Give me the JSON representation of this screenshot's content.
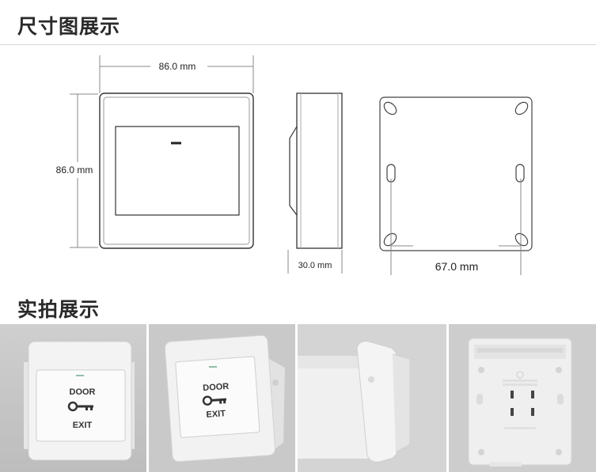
{
  "sections": {
    "dimensions_title": "尺寸图展示",
    "photos_title": "实拍展示"
  },
  "dimensions": {
    "width_label": "86.0 mm",
    "height_label": "86.0 mm",
    "depth_label": "30.0 mm",
    "hole_spacing_label": "67.0 mm"
  },
  "button_text": {
    "line1": "DOOR",
    "line2": "EXIT"
  },
  "colors": {
    "line": "#555555",
    "panel": "#f4f4f4",
    "background_photo": "#d8d8d8"
  }
}
